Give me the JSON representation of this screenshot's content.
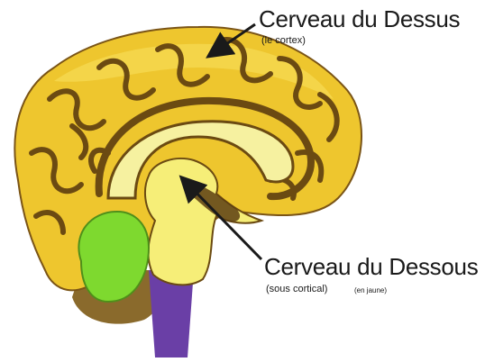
{
  "labels": {
    "upper": {
      "title": "Cerveau du Dessus",
      "subtitle": "(le cortex)"
    },
    "lower": {
      "title": "Cerveau du Dessous",
      "subtitle": "(sous cortical)",
      "note": "(en jaune)"
    }
  },
  "colors": {
    "cortex": "#eec62e",
    "cortex_highlight": "#f7dc55",
    "sulci": "#6b4a12",
    "subcortical": "#f6f1a0",
    "brainstem": "#f6ee78",
    "cerebellum": "#7ed92f",
    "cerebellum_shadow": "#8a6a2c",
    "spinal_cord": "#6a3fa6",
    "arrow": "#1a1a1a"
  }
}
